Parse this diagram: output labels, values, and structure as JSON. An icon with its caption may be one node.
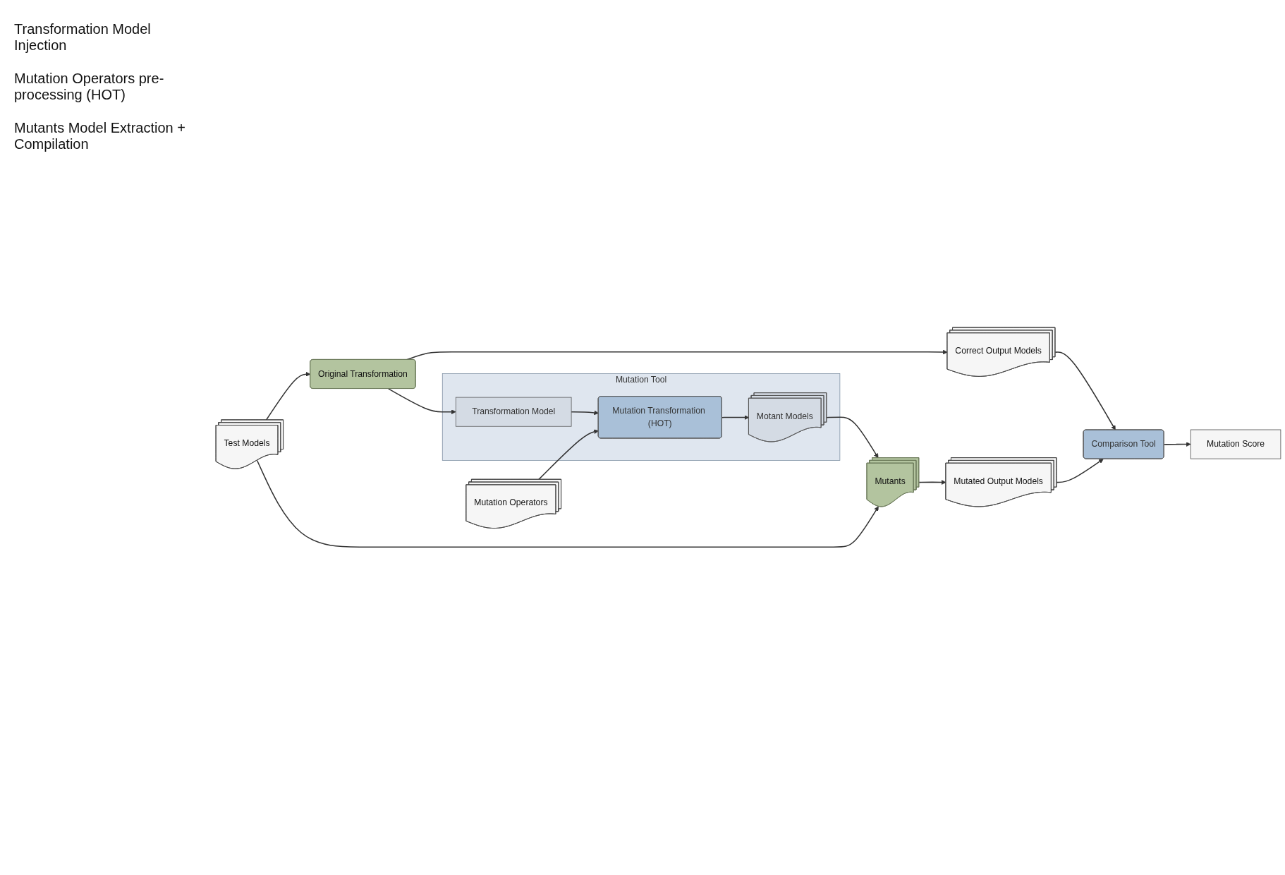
{
  "diagram": {
    "nodes": [
      {
        "text": [
          "Original Transformation"
        ]
      },
      {
        "text": [
          "Correct Output Models"
        ]
      },
      {
        "text": [
          "Mutation Tool"
        ]
      },
      {
        "text": [
          "Transformation Model"
        ],
        "in": 2
      },
      {
        "text": [
          "Mutation Transformation (HOT)"
        ],
        "in": 2
      },
      {
        "text": [
          "Motant Models"
        ],
        "in": 2
      },
      {
        "text": [
          "Mutation Operators"
        ]
      },
      {
        "text": [
          "Test Models"
        ]
      },
      {
        "text": [
          "Mutants"
        ]
      },
      {
        "text": [
          "Comparison Tool"
        ]
      },
      {
        "text": [
          "Mutation Score"
        ]
      },
      {
        "text": [
          "Mutated Output Models"
        ]
      }
    ],
    "edges": [
      {
        "from": 7,
        "to": 0,
        "arrow": "to"
      },
      {
        "from": 0,
        "to": 1,
        "arrow": "to"
      },
      {
        "from": 0,
        "to": 3,
        "arrow": "to"
      },
      {
        "from": 3,
        "to": 4,
        "arrow": "to"
      },
      {
        "from": 6,
        "to": 4,
        "arrow": "to"
      },
      {
        "from": 4,
        "to": 5,
        "arrow": "to"
      },
      {
        "from": 5,
        "to": 8,
        "arrow": "to"
      },
      {
        "from": 7,
        "to": 8,
        "arrow": "to"
      },
      {
        "from": 8,
        "to": 11,
        "arrow": "to"
      },
      {
        "from": 1,
        "to": 9,
        "arrow": "to"
      },
      {
        "from": 11,
        "to": 9,
        "arrow": "to"
      },
      {
        "from": 9,
        "to": 10,
        "arrow": "to"
      }
    ],
    "labels": [
      "Transformation Model Injection",
      "Mutation Operators pre-processing (HOT)",
      "Mutants Model Extraction + Compilation"
    ]
  }
}
